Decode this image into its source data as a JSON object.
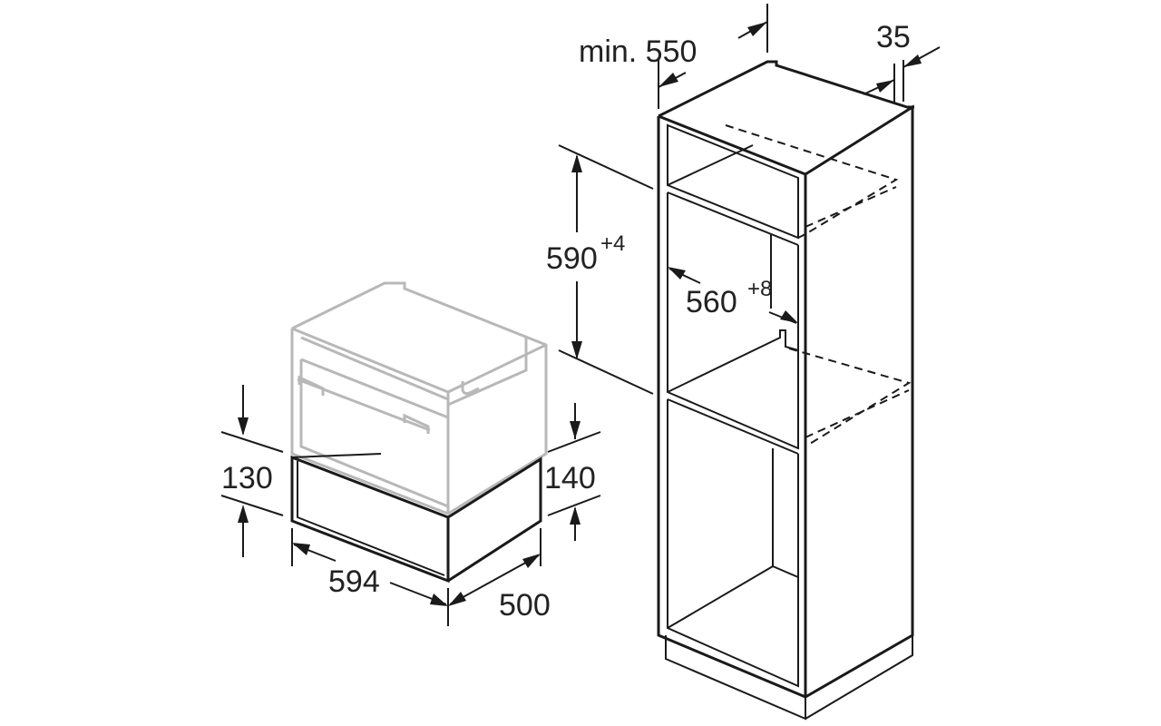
{
  "labels": {
    "cabinet_depth_min": "min. 550",
    "panel_thickness": "35",
    "niche_height": "590",
    "niche_height_tol": "+4",
    "niche_width": "560",
    "niche_width_tol": "+8",
    "drawer_front_height": "130",
    "drawer_body_height": "140",
    "drawer_width": "594",
    "drawer_depth": "500"
  }
}
